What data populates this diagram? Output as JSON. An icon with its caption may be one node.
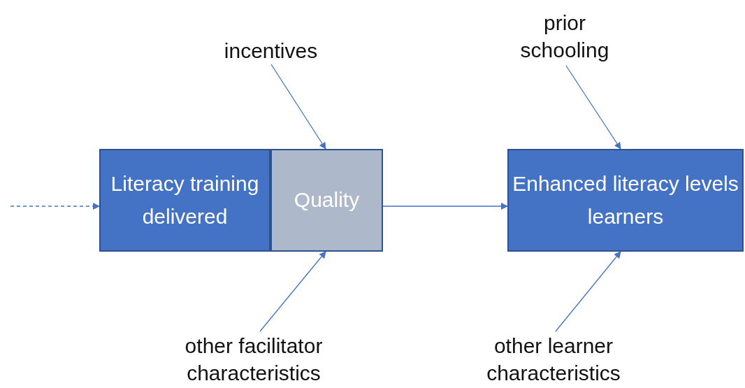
{
  "diagram": {
    "nodes": [
      {
        "text": [
          "Literacy training delivered"
        ]
      },
      {
        "text": [
          "Quality"
        ]
      },
      {
        "text": [
          "Enhanced literacy levels learners"
        ]
      },
      {
        "text": [
          "incentives"
        ]
      },
      {
        "text": [
          "prior schooling"
        ]
      },
      {
        "text": [
          "other facilitator characteristics"
        ]
      },
      {
        "text": [
          "other learner characteristics"
        ]
      }
    ],
    "edges": [
      {
        "from": null,
        "to": 0,
        "arrow": "to",
        "style": "dashed"
      },
      {
        "from": 3,
        "to": 1,
        "arrow": "to"
      },
      {
        "from": 4,
        "to": 2,
        "arrow": "to"
      },
      {
        "from": 5,
        "to": 1,
        "arrow": "to"
      },
      {
        "from": 6,
        "to": 2,
        "arrow": "to"
      },
      {
        "from": 1,
        "to": 2,
        "arrow": "to"
      }
    ]
  }
}
